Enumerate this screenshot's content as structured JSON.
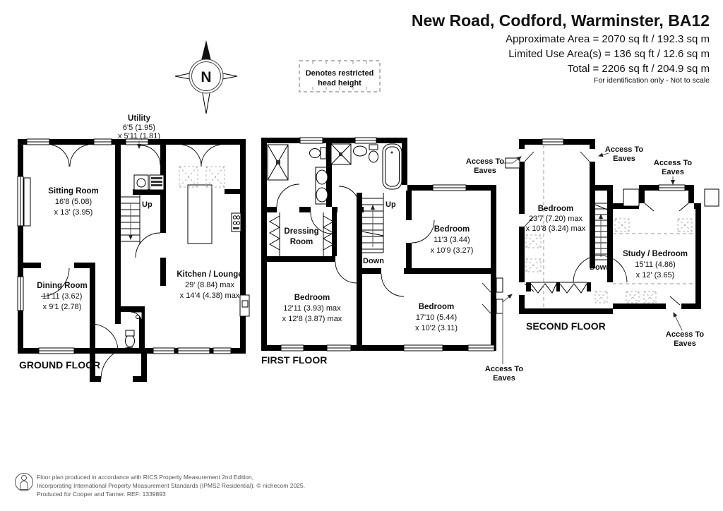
{
  "header": {
    "title": "New Road, Codford, Warminster, BA12",
    "approx_area": "Approximate Area = 2070 sq ft / 192.3 sq m",
    "limited_area": "Limited Use Area(s) = 136 sq ft / 12.6 sq m",
    "total_area": "Total = 2206 sq ft / 204.9 sq m",
    "note": "For identification only - Not to scale"
  },
  "compass": {
    "north": "N"
  },
  "legend": {
    "line1": "Denotes restricted",
    "line2": "head height"
  },
  "eaves_label": {
    "line1": "Access To",
    "line2": "Eaves"
  },
  "floors": {
    "ground": {
      "label": "GROUND FLOOR",
      "stairs_up": "Up",
      "rooms": {
        "sitting": {
          "name": "Sitting Room",
          "dim1": "16'8 (5.08)",
          "dim2": "x 13' (3.95)"
        },
        "dining": {
          "name": "Dining Room",
          "dim1": "11'11 (3.62)",
          "dim2": "x 9'1 (2.78)"
        },
        "utility": {
          "name": "Utility",
          "dim1": "6'5 (1.95)",
          "dim2": "x 5'11 (1.81)"
        },
        "kitchen": {
          "name": "Kitchen / Lounge",
          "dim1": "29' (8.84) max",
          "dim2": "x 14'4 (4.38) max"
        }
      }
    },
    "first": {
      "label": "FIRST FLOOR",
      "stairs_up": "Up",
      "stairs_down": "Down",
      "rooms": {
        "dressing": {
          "name1": "Dressing",
          "name2": "Room"
        },
        "bedroom1": {
          "name": "Bedroom",
          "dim1": "12'11 (3.93) max",
          "dim2": "x 12'8 (3.87) max"
        },
        "bedroom2": {
          "name": "Bedroom",
          "dim1": "11'3 (3.44)",
          "dim2": "x 10'9 (3.27)"
        },
        "bedroom3": {
          "name": "Bedroom",
          "dim1": "17'10 (5.44)",
          "dim2": "x 10'2 (3.11)"
        }
      }
    },
    "second": {
      "label": "SECOND FLOOR",
      "stairs_down": "Down",
      "rooms": {
        "bedroom": {
          "name": "Bedroom",
          "dim1": "23'7 (7.20) max",
          "dim2": "x 10'8 (3.24) max"
        },
        "study": {
          "name": "Study / Bedroom",
          "dim1": "15'11 (4.86)",
          "dim2": "x 12' (3.65)"
        }
      }
    }
  },
  "footer": {
    "line1": "Floor plan produced in accordance with RICS Property Measurement 2nd Edition,",
    "line2": "Incorporating International Property Measurement Standards (IPMS2 Residential).  © nichecom 2025.",
    "line3": "Produced for Cooper and Tanner.   REF: 1339893"
  }
}
